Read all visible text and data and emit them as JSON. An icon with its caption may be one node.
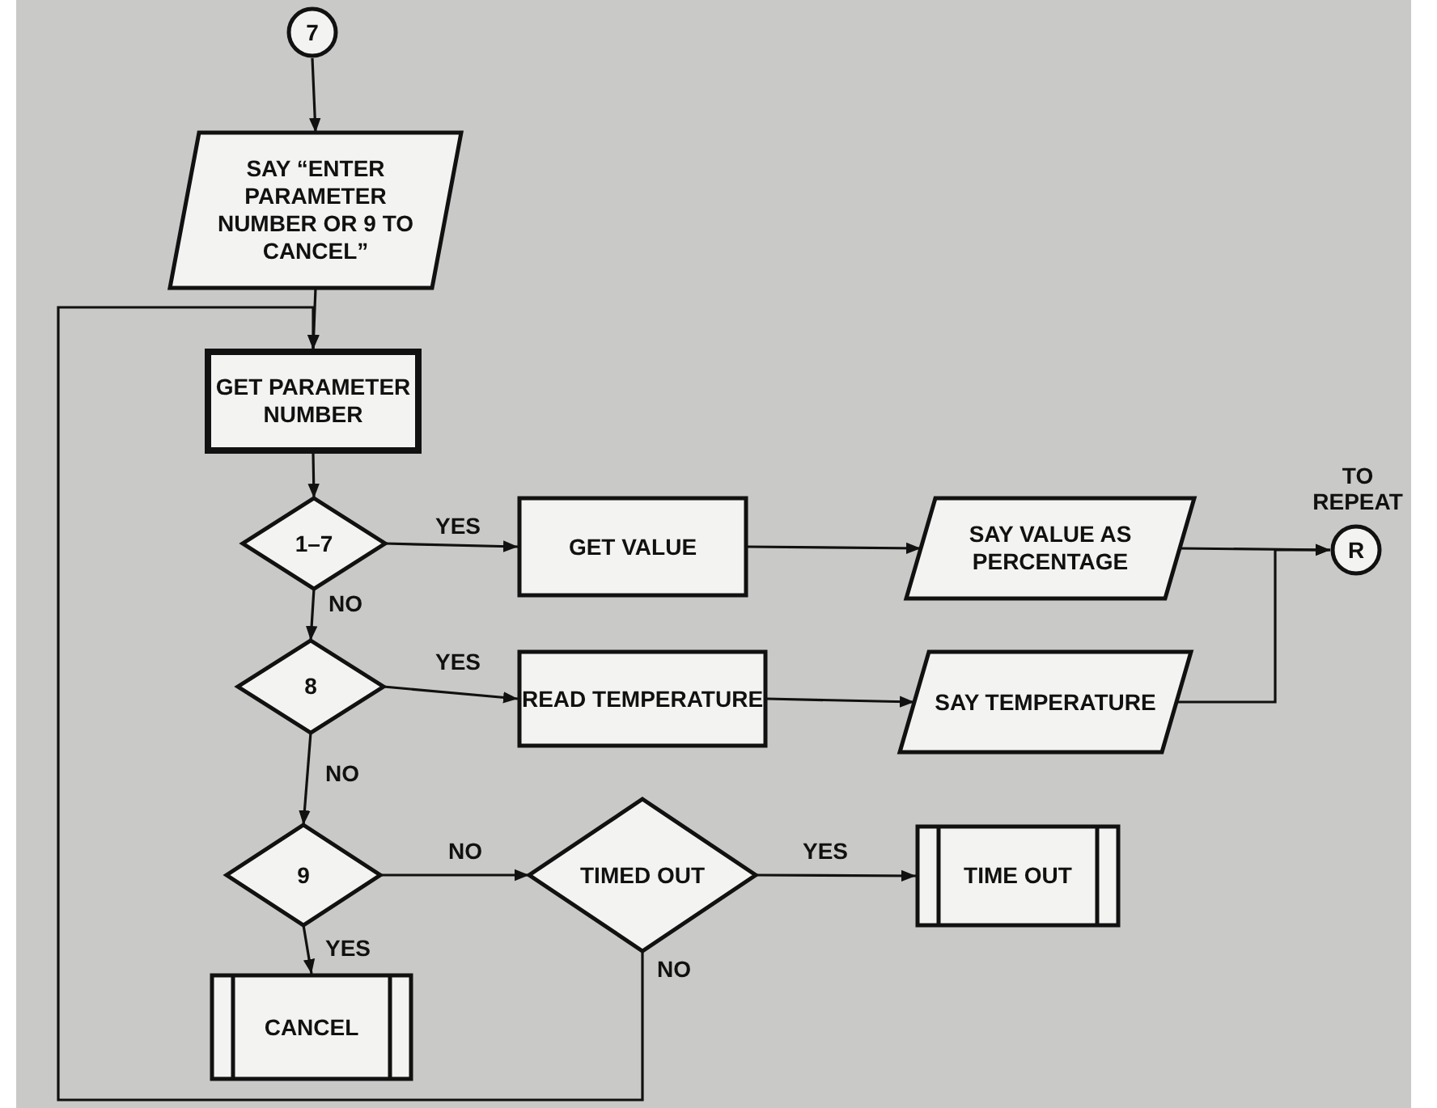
{
  "diagram": {
    "nodes": [
      {
        "text": [
          "7"
        ]
      },
      {
        "text": [
          "SAY “ENTER PARAMETER NUMBER OR 9 TO CANCEL”"
        ]
      },
      {
        "text": [
          "GET PARAMETER NUMBER"
        ]
      },
      {
        "text": [
          "1–7"
        ]
      },
      {
        "text": [
          "GET VALUE"
        ]
      },
      {
        "text": [
          "SAY VALUE AS PERCENTAGE"
        ]
      },
      {
        "text": [
          "R"
        ],
        "beside": [
          "TO REPEAT"
        ]
      },
      {
        "text": [
          "8"
        ]
      },
      {
        "text": [
          "READ TEMPERATURE"
        ]
      },
      {
        "text": [
          "SAY TEMPERATURE"
        ]
      },
      {
        "text": [
          "9"
        ]
      },
      {
        "text": [
          "TIMED OUT"
        ]
      },
      {
        "text": [
          "TIME OUT"
        ]
      },
      {
        "text": [
          "CANCEL"
        ]
      }
    ],
    "edges": [
      {
        "from": 0,
        "to": 1,
        "arrow": "to"
      },
      {
        "from": 1,
        "to": 2,
        "arrow": "to"
      },
      {
        "from": 2,
        "to": 3,
        "arrow": "to"
      },
      {
        "from": 3,
        "to": 4,
        "arrow": "to",
        "label": "YES"
      },
      {
        "from": 3,
        "to": 7,
        "arrow": "to",
        "label": "NO"
      },
      {
        "from": 4,
        "to": 5,
        "arrow": "to"
      },
      {
        "from": 5,
        "to": 6,
        "arrow": "to"
      },
      {
        "from": 7,
        "to": 8,
        "arrow": "to",
        "label": "YES"
      },
      {
        "from": 7,
        "to": 10,
        "arrow": "to",
        "label": "NO"
      },
      {
        "from": 8,
        "to": 9,
        "arrow": "to"
      },
      {
        "from": 9,
        "to": 6,
        "arrow": "to"
      },
      {
        "from": 10,
        "to": 11,
        "arrow": "to",
        "label": "NO"
      },
      {
        "from": 11,
        "to": 12,
        "arrow": "to",
        "label": "YES"
      },
      {
        "from": 10,
        "to": 13,
        "arrow": "to",
        "label": "YES"
      },
      {
        "from": 11,
        "to": 2,
        "arrow": "to",
        "label": "NO"
      }
    ]
  }
}
